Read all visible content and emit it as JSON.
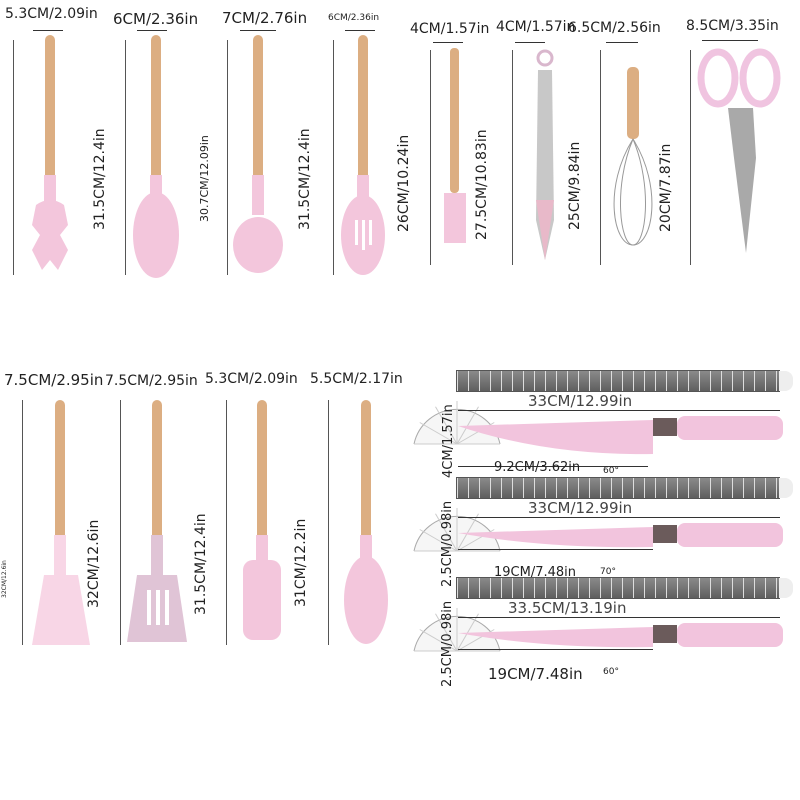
{
  "top_row": [
    {
      "name": "pasta-server",
      "width": "5.3CM/2.09in",
      "length": "31.5CM/12.4in"
    },
    {
      "name": "spoon",
      "width": "6CM/2.36in",
      "length": "30.7CM/12.09in"
    },
    {
      "name": "ladle",
      "width": "7CM/2.76in",
      "length": "31.5CM/12.4in"
    },
    {
      "name": "slotted-spoon",
      "width": "6CM/2.36in",
      "length": "26CM/10.24in"
    },
    {
      "name": "brush",
      "width": "4CM/1.57in",
      "length": "27.5CM/10.83in"
    },
    {
      "name": "tongs",
      "width": "4CM/1.57in",
      "length": "25CM/9.84in"
    },
    {
      "name": "whisk",
      "width": "6.5CM/2.56in",
      "length": "20CM/7.87in"
    },
    {
      "name": "scissors",
      "width": "8.5CM/3.35in"
    }
  ],
  "bottom_row": [
    {
      "name": "turner",
      "width": "7.5CM/2.95in",
      "length": "32CM/12.6in",
      "side_note": "32CM/12.6in"
    },
    {
      "name": "slotted-turner",
      "width": "7.5CM/2.95in",
      "length": "31.5CM/12.4in"
    },
    {
      "name": "spatula",
      "width": "5.3CM/2.09in",
      "length": "31CM/12.2in"
    },
    {
      "name": "spoon-spatula",
      "width": "5.5CM/2.17in",
      "length": "31CM/12.2in"
    }
  ],
  "knives": [
    {
      "total": "33CM/12.99in",
      "blade": "9.2CM/3.62in",
      "height": "4CM/1.57in",
      "angle": "60°"
    },
    {
      "total": "33CM/12.99in",
      "blade": "19CM/7.48in",
      "height": "2.5CM/0.98in",
      "angle": "70°"
    },
    {
      "total": "33.5CM/13.19in",
      "blade": "19CM/7.48in",
      "height": "2.5CM/0.98in",
      "angle": "60°"
    }
  ],
  "colors": {
    "silicone": "#f3c6dc",
    "wood": "#dcae82",
    "steel": "#9a9a9a"
  }
}
